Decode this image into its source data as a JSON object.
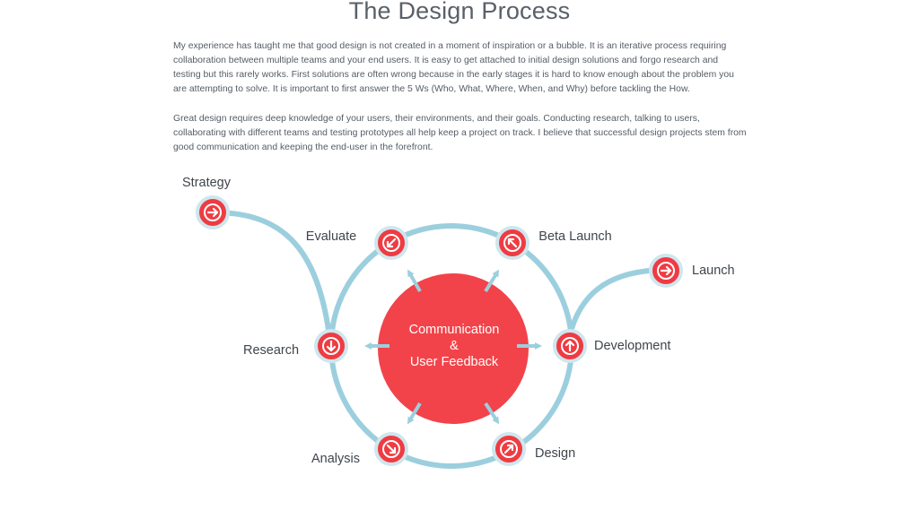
{
  "header": {
    "title": "The Design Process"
  },
  "intro": {
    "paragraph_1": "My experience has taught me that good design is not created in a moment of inspiration or a bubble. It is an iterative process requiring collaboration between multiple teams and your end users. It is easy to get attached to initial design solutions and forgo research and testing but this rarely works. First solutions are often wrong because in the early stages it is hard to know enough about the problem you are attempting to solve. It is important to first answer the 5 Ws (Who, What, Where, When, and Why) before tackling the How.",
    "paragraph_2": "Great design requires deep knowledge of your users, their environments, and their goals. Conducting research, talking to users, collaborating with different teams and testing prototypes all help keep a project on track. I believe that successful design projects stem from good communication and keeping the end-user in the forefront."
  },
  "diagram": {
    "center": {
      "line_1": "Communication",
      "line_2": "&",
      "line_3": "User Feedback"
    },
    "stages": {
      "strategy": "Strategy",
      "evaluate": "Evaluate",
      "beta_launch": "Beta Launch",
      "launch": "Launch",
      "research": "Research",
      "development": "Development",
      "analysis": "Analysis",
      "design": "Design"
    },
    "colors": {
      "ring": "#9ccfde",
      "node": "#ef3b42",
      "node_border": "#cfe6ee",
      "center": "#f2434a",
      "arrow": "#9ccfde"
    },
    "icons": {
      "strategy": "arrow-right-icon",
      "evaluate": "arrow-down-left-icon",
      "beta_launch": "arrow-up-left-icon",
      "launch": "arrow-right-icon",
      "research": "arrow-down-icon",
      "development": "arrow-up-icon",
      "analysis": "arrow-down-right-icon",
      "design": "arrow-up-right-icon"
    }
  }
}
